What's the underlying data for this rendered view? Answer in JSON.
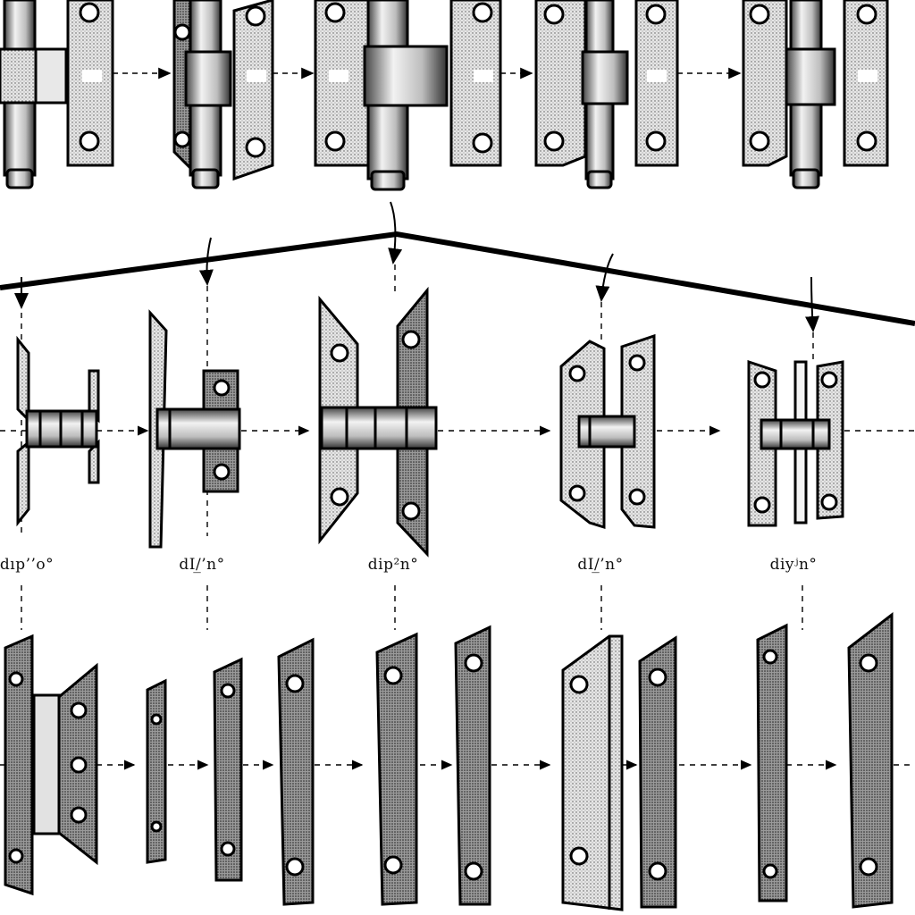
{
  "diagram": {
    "title": "",
    "stage_labels": [
      "dıp’’o°",
      "dΙ/̲’n°",
      "dip²n°",
      "dΙ/̲’n°",
      "diyʲn°"
    ],
    "colors": {
      "ink": "#000000",
      "metal_dark": "#5a5a5a",
      "metal_light": "#d9d9d9",
      "background": "#ffffff"
    },
    "row_top": {
      "description_count": 5,
      "items": [
        "hinge-closed-1",
        "hinge-closed-2",
        "hinge-closed-3",
        "hinge-closed-4",
        "hinge-closed-5"
      ]
    },
    "row_middle": {
      "items": [
        "hinge-open-1",
        "hinge-open-2",
        "hinge-open-3",
        "hinge-open-4",
        "hinge-open-5"
      ]
    },
    "row_bottom": {
      "items": [
        "leaf-pair-1",
        "leaf-2",
        "leaf-3",
        "leaf-4",
        "leaf-5",
        "leaf-6",
        "leaf-7",
        "leaf-8",
        "leaf-9",
        "leaf-10"
      ]
    }
  }
}
